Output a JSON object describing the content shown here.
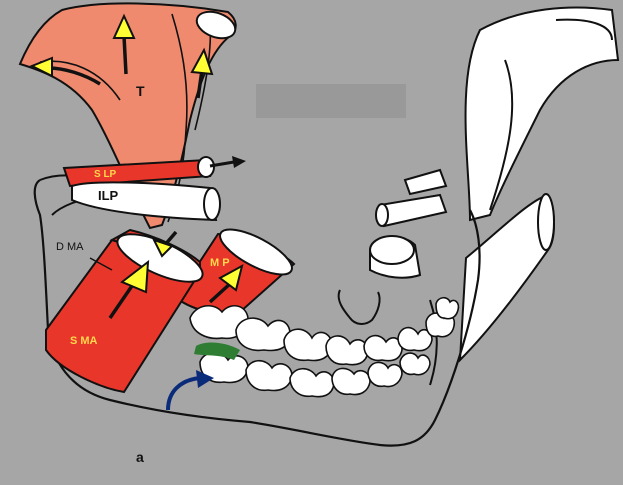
{
  "figure": {
    "panel_letter": "a",
    "colors": {
      "background": "#a6a6a6",
      "temporalis": "#f08a6e",
      "masseter_pterygoid": "#e8372a",
      "arrow_fill": "#ffff33",
      "rotation_arrow": "#0a2a7a",
      "highlight": "#2e7d32",
      "redaction_box": "#999999"
    },
    "labels": {
      "temporalis": "T",
      "superior_lateral_pterygoid": "S LP",
      "inferior_lateral_pterygoid": "ILP",
      "deep_masseter": "D MA",
      "medial_pterygoid": "M P",
      "superficial_masseter": "S MA"
    }
  }
}
